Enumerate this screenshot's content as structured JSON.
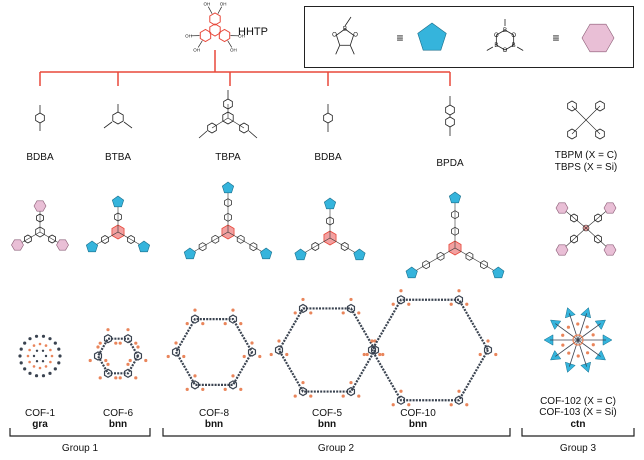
{
  "colors": {
    "accent_red": "#e8483a",
    "pentagon": "#35b4dc",
    "hexagon": "#e9bfd6",
    "node_pink": "#f2a0a0",
    "atom_dark": "#3a4350",
    "atom_orange": "#e9855b"
  },
  "hub": {
    "label": "HHTP",
    "oh_label": "OH"
  },
  "legend": {
    "boron": "B",
    "oxygen": "O",
    "equiv": "≡"
  },
  "linkers": [
    {
      "id": "bdba1",
      "name": "BDBA"
    },
    {
      "id": "btba",
      "name": "BTBA"
    },
    {
      "id": "tbpa",
      "name": "TBPA"
    },
    {
      "id": "bdba2",
      "name": "BDBA"
    },
    {
      "id": "bpda",
      "name": "BPDA"
    },
    {
      "id": "tbpm",
      "name": "TBPM (X = C)",
      "name2": "TBPS (X = Si)"
    }
  ],
  "cofs": [
    {
      "name": "COF-1",
      "topology": "gra"
    },
    {
      "name": "COF-6",
      "topology": "bnn"
    },
    {
      "name": "COF-8",
      "topology": "bnn"
    },
    {
      "name": "COF-5",
      "topology": "bnn"
    },
    {
      "name": "COF-10",
      "topology": "bnn"
    },
    {
      "name": "COF-102 (X = C)",
      "name2": "COF-103 (X = Si)",
      "topology": "ctn"
    }
  ],
  "groups": [
    {
      "label": "Group 1"
    },
    {
      "label": "Group 2"
    },
    {
      "label": "Group 3"
    }
  ]
}
